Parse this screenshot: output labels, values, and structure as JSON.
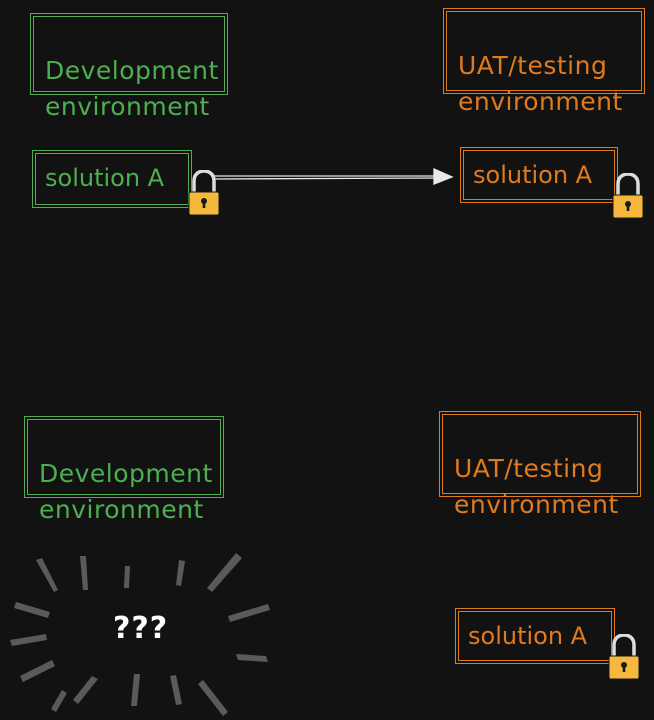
{
  "scenario_top": {
    "dev_env_label": "Development\nenvironment",
    "uat_env_label": "UAT/testing\nenvironment",
    "dev_solution": "solution A",
    "uat_solution": "solution A"
  },
  "scenario_bottom": {
    "dev_env_label": "Development\nenvironment",
    "uat_env_label": "UAT/testing\nenvironment",
    "dev_unknown": "???",
    "uat_solution": "solution A"
  },
  "colors": {
    "background": "#121212",
    "development": "#4caf50",
    "uat": "#e07a1f",
    "lock_body": "#f5b83d",
    "lock_shackle": "#dddddd",
    "arrow": "#e8e8e8",
    "burst": "#5a5a5a"
  },
  "icons": [
    "padlock-icon",
    "arrow-icon",
    "burst-icon"
  ]
}
